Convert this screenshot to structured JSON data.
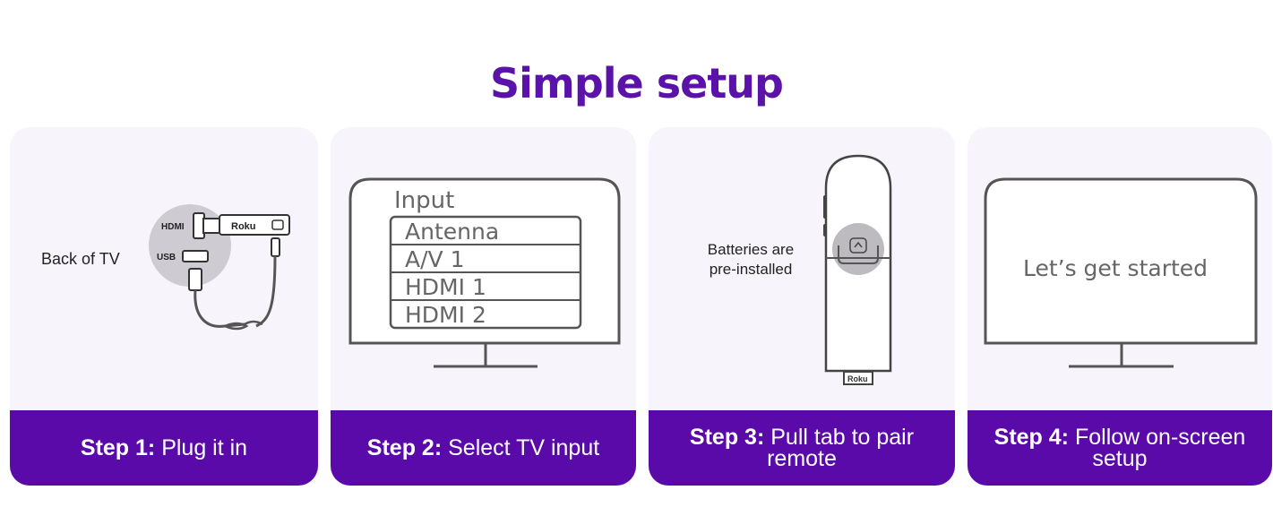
{
  "title": "Simple setup",
  "colors": {
    "accent": "#5a0aa8",
    "card_bg": "#f7f5fb",
    "line": "#555555"
  },
  "steps": [
    {
      "step_label": "Step 1:",
      "step_text": "Plug it in",
      "illustration": {
        "caption": "Back of TV",
        "port_hdmi": "HDMI",
        "port_usb": "USB",
        "device_brand": "Roku"
      }
    },
    {
      "step_label": "Step 2:",
      "step_text": "Select TV input",
      "illustration": {
        "menu_title": "Input",
        "menu_items": [
          "Antenna",
          "A/V 1",
          "HDMI 1",
          "HDMI 2"
        ]
      }
    },
    {
      "step_label": "Step 3:",
      "step_text": "Pull tab to pair remote",
      "illustration": {
        "caption_line1": "Batteries are",
        "caption_line2": "pre-installed",
        "remote_brand": "Roku"
      }
    },
    {
      "step_label": "Step 4:",
      "step_text": "Follow on-screen setup",
      "illustration": {
        "screen_text": "Let’s get started"
      }
    }
  ]
}
